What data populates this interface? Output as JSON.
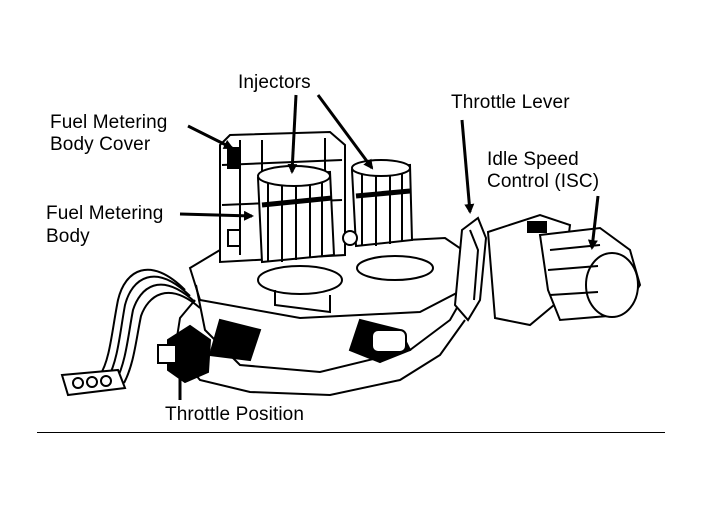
{
  "labels": {
    "injectors": "Injectors",
    "throttle_lever": "Throttle Lever",
    "fuel_metering_body_cover_line1": "Fuel Metering",
    "fuel_metering_body_cover_line2": "Body Cover",
    "idle_speed_control_line1": "Idle Speed",
    "idle_speed_control_line2": "Control (ISC)",
    "fuel_metering_body_line1": "Fuel Metering",
    "fuel_metering_body_line2": "Body",
    "throttle_position": "Throttle Position"
  },
  "colors": {
    "ink": "#000000",
    "paper": "#ffffff"
  }
}
